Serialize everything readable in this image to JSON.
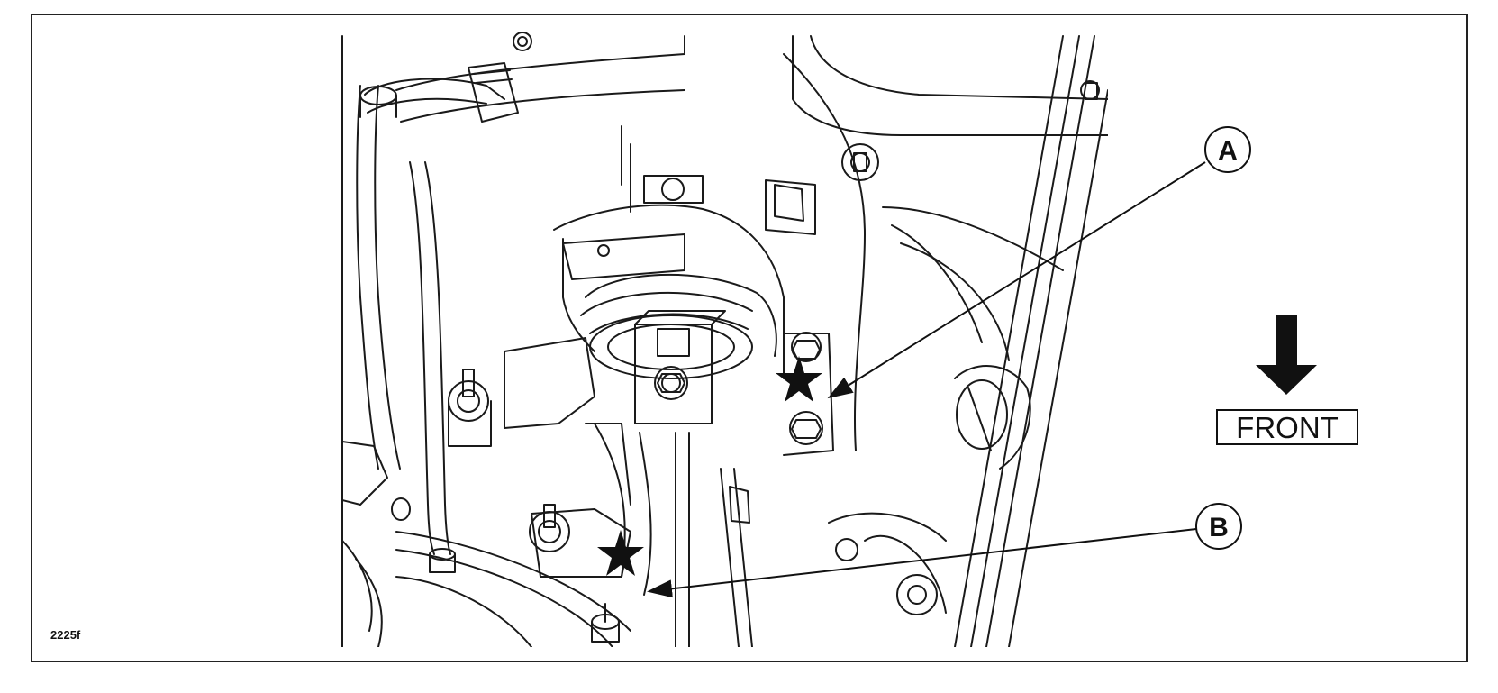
{
  "diagram": {
    "callouts": [
      {
        "id": "A",
        "label": "A"
      },
      {
        "id": "B",
        "label": "B"
      }
    ],
    "direction": {
      "label": "FRONT",
      "arrow_icon": "arrow-down-icon"
    },
    "figure_id": "2225f",
    "colors": {
      "line": "#1a1a1a",
      "background": "#ffffff",
      "star": "#111111"
    }
  }
}
